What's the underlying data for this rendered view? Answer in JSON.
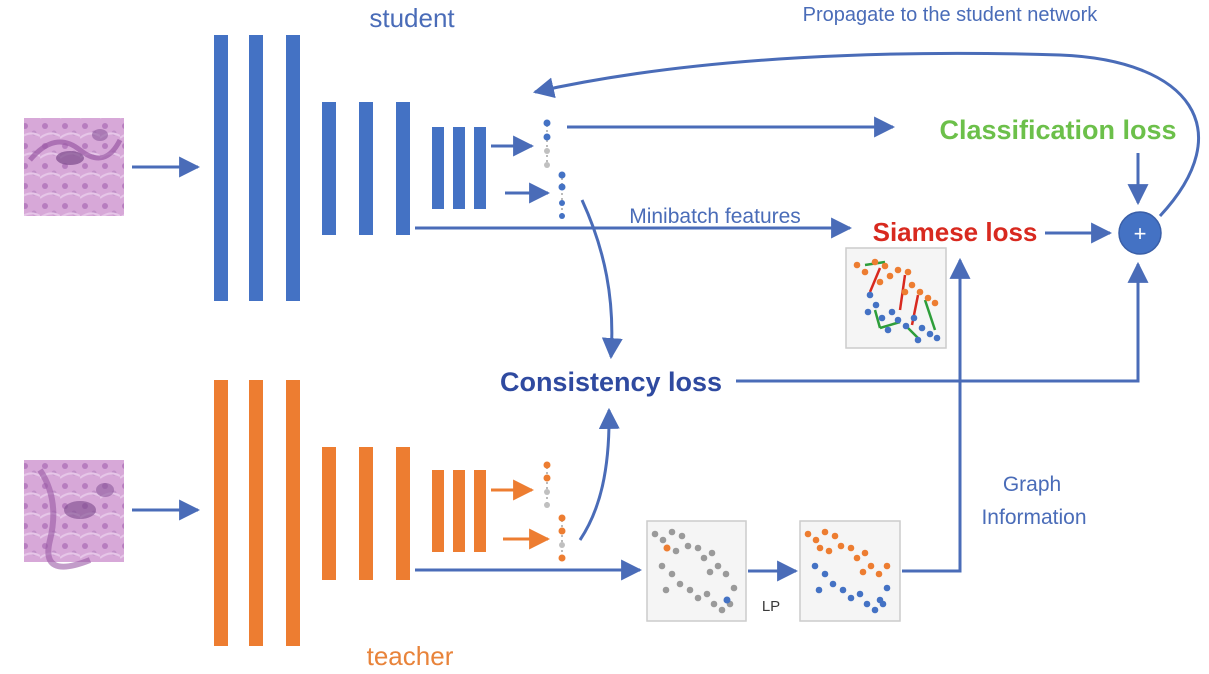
{
  "labels": {
    "student": "student",
    "teacher": "teacher",
    "propagate": "Propagate to the student network",
    "classification_loss": "Classification loss",
    "siamese_loss": "Siamese loss",
    "consistency_loss": "Consistency loss",
    "minibatch_features": "Minibatch features",
    "graph_line1": "Graph",
    "graph_line2": "Information",
    "lp": "LP",
    "plus": "+"
  },
  "colors": {
    "student": "#4472c4",
    "teacher": "#ed7d31",
    "arrow": "#4a6cb8",
    "classification": "#6cc04a",
    "siamese": "#d8291f",
    "consistency": "#2f4aa0",
    "graph_edge_similar": "#2e9e3a",
    "graph_edge_dissimilar": "#d8291f",
    "unlabeled_dot": "#9a9a9a"
  },
  "icons": {
    "student_patch": "histology-image-patch",
    "teacher_patch": "histology-image-patch",
    "sum_node": "plus-circle-icon"
  }
}
